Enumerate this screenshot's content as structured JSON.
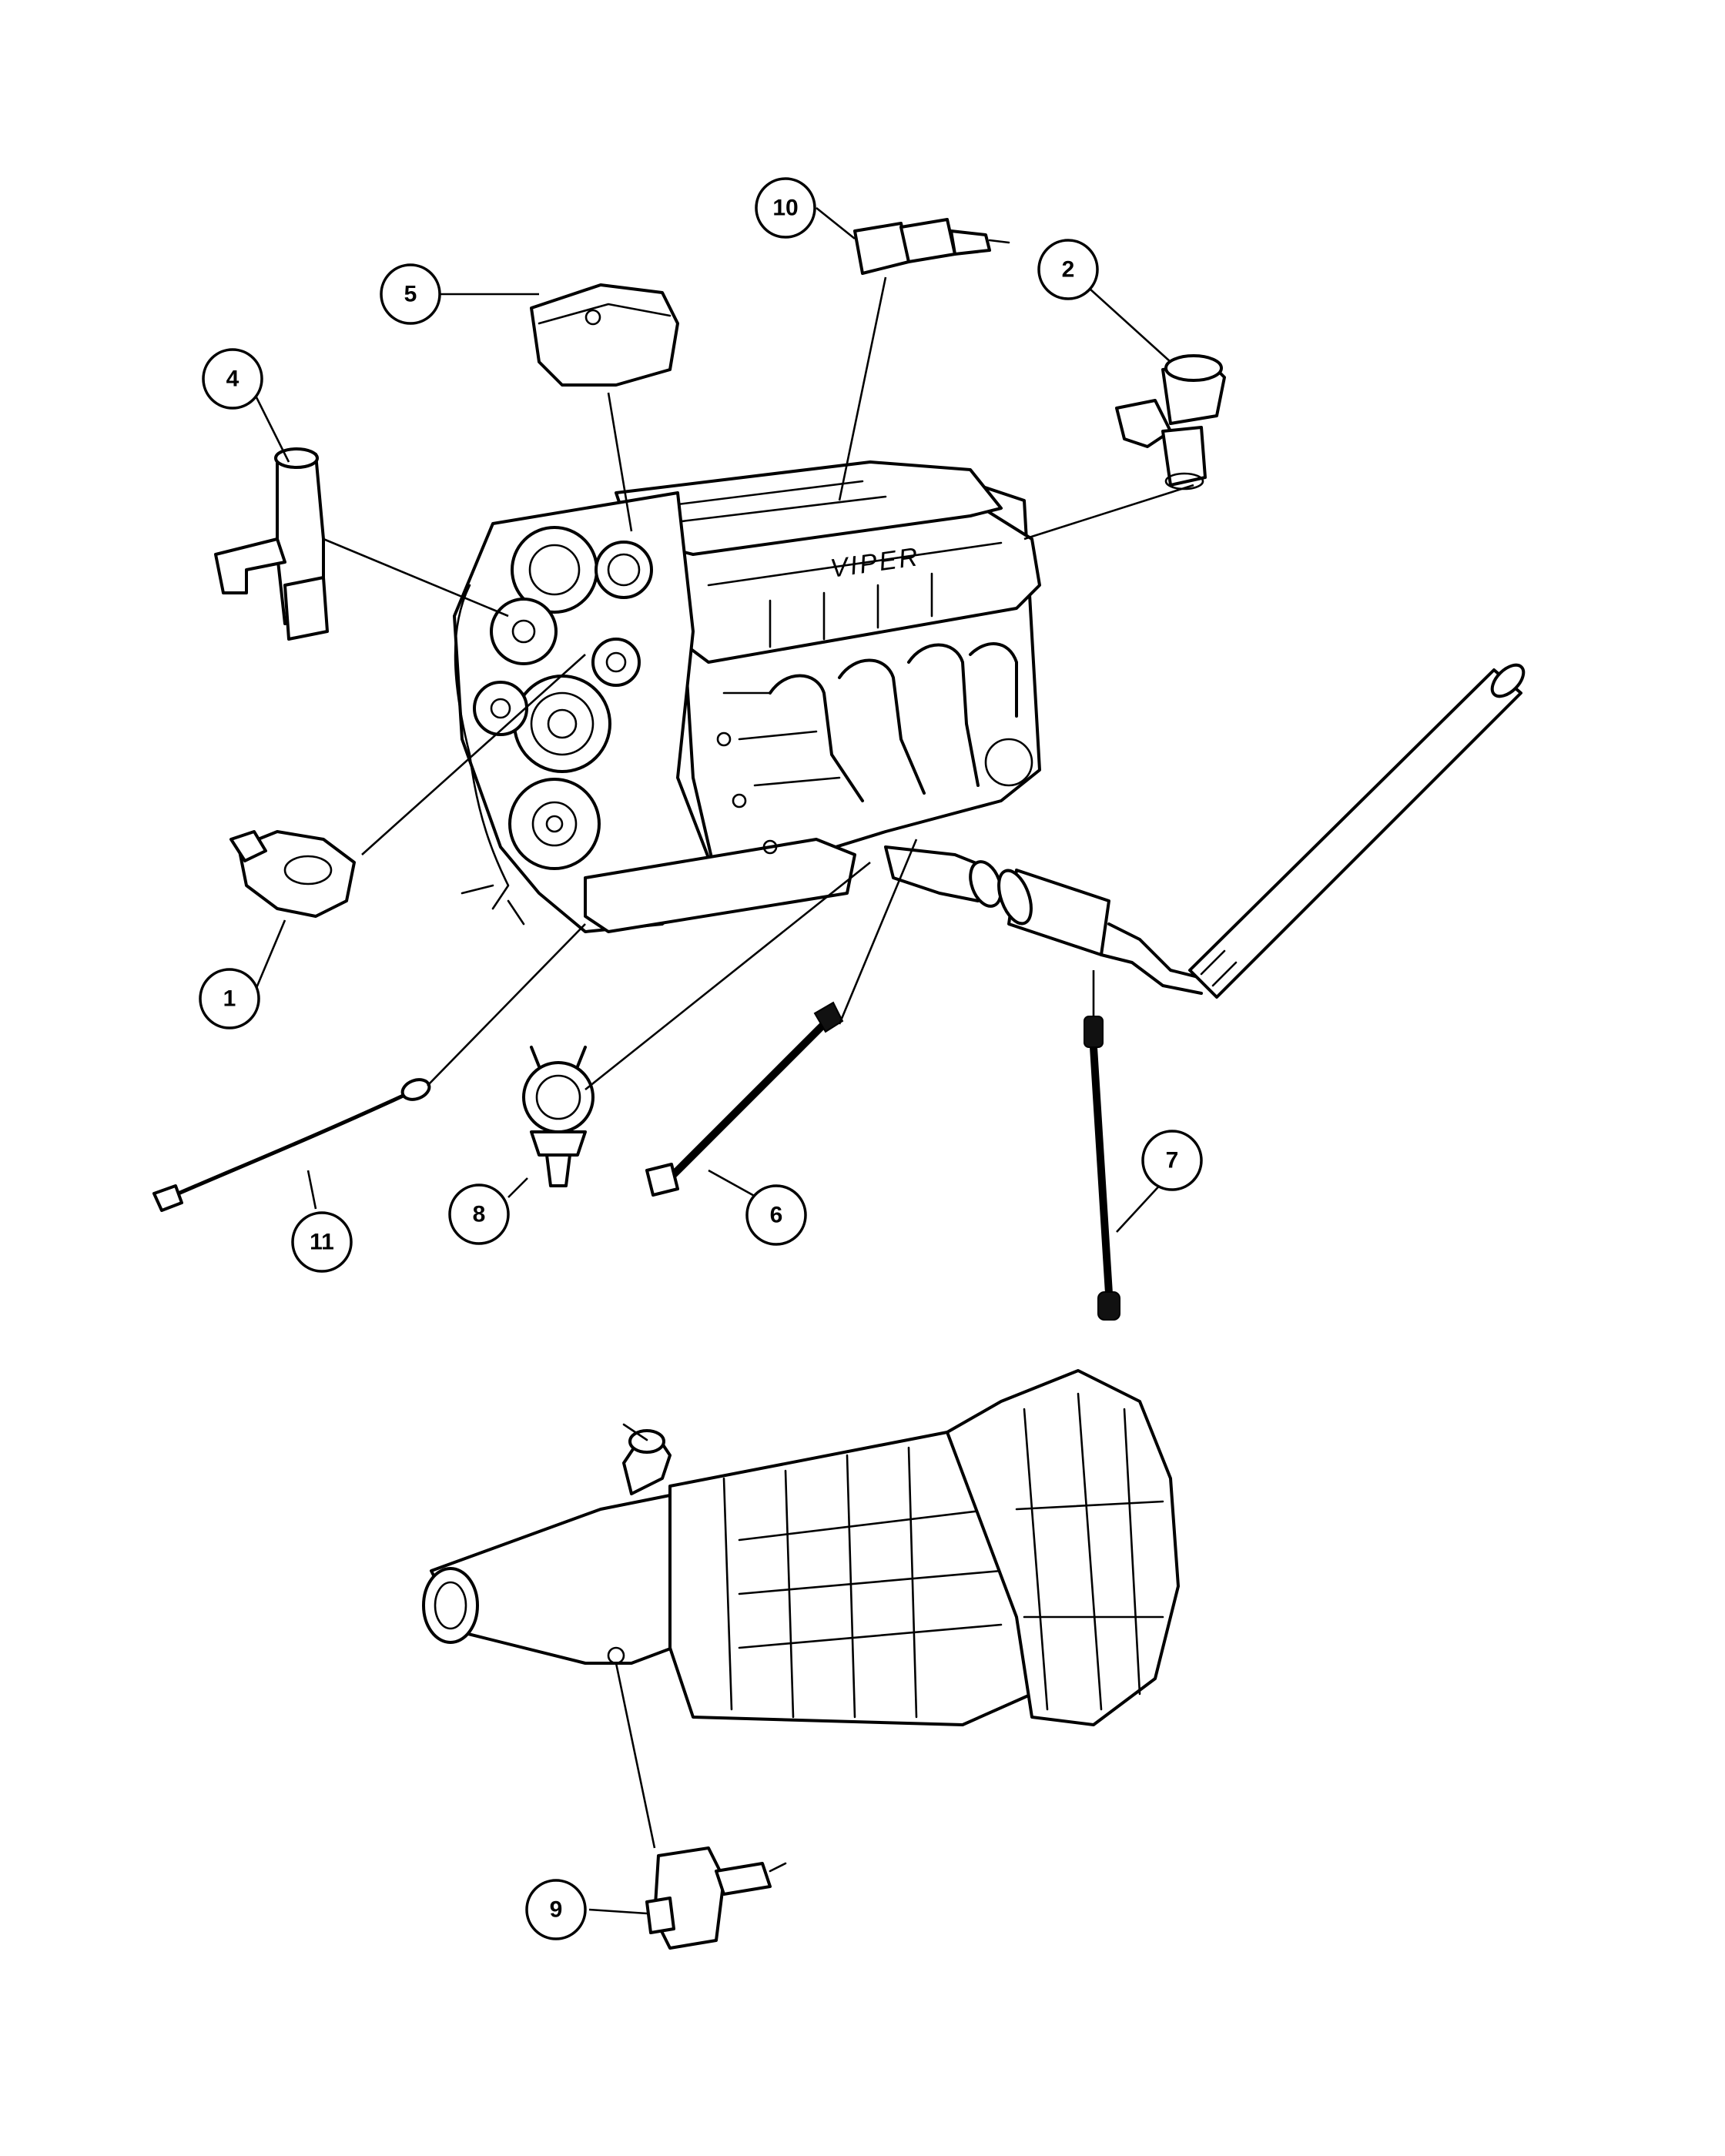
{
  "callouts": [
    {
      "id": "1",
      "label": "1"
    },
    {
      "id": "2",
      "label": "2"
    },
    {
      "id": "4",
      "label": "4"
    },
    {
      "id": "5",
      "label": "5"
    },
    {
      "id": "6",
      "label": "6"
    },
    {
      "id": "7",
      "label": "7"
    },
    {
      "id": "8",
      "label": "8"
    },
    {
      "id": "9",
      "label": "9"
    },
    {
      "id": "10",
      "label": "10"
    },
    {
      "id": "11",
      "label": "11"
    }
  ],
  "engine": {
    "brand_label": "VIPER"
  }
}
